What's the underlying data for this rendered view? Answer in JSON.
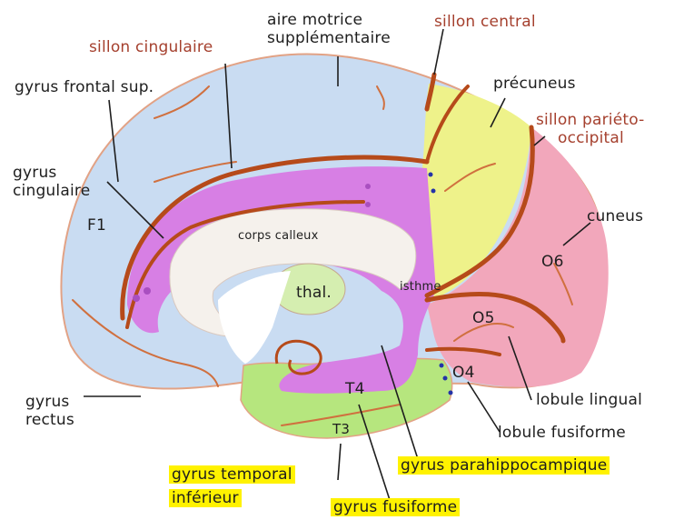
{
  "labels": {
    "aire_motrice": [
      "aire motrice",
      "supplémentaire"
    ],
    "sillon_cingulaire": "sillon cingulaire",
    "sillon_central": "sillon central",
    "precuneus": "précuneus",
    "sillon_parieto_occipital": [
      "sillon pariéto-",
      "occipital"
    ],
    "gyrus_frontal_sup": "gyrus frontal sup.",
    "gyrus_cingulaire": [
      "gyrus",
      "cingulaire"
    ],
    "f1": "F1",
    "cuneus": "cuneus",
    "corps_calleux": "corps calleux",
    "o6": "O6",
    "thal": "thal.",
    "isthme": "isthme",
    "o5": "O5",
    "o4": "O4",
    "t4": "T4",
    "t3": "T3",
    "gyrus_rectus": [
      "gyrus",
      "rectus"
    ],
    "lobule_lingual": "lobule lingual",
    "lobule_fusiforme": "lobule fusiforme",
    "gyrus_temporal_inferieur": [
      "gyrus temporal",
      "inférieur"
    ],
    "gyrus_parahippocampique": "gyrus parahippocampique",
    "gyrus_fusiforme": "gyrus fusiforme"
  },
  "colors": {
    "frontal_blue": "#c9dcf2",
    "cingulate_violet": "#d77fe4",
    "parietal_yellow": "#eef28a",
    "occipital_pink": "#f2a7bb",
    "temporal_green": "#b6e67e",
    "callosum_white": "#f5f1ec",
    "sulcus_brown": "#b64a1a",
    "label_red": "#a5402e",
    "highlight_yellow": "#fff200"
  }
}
